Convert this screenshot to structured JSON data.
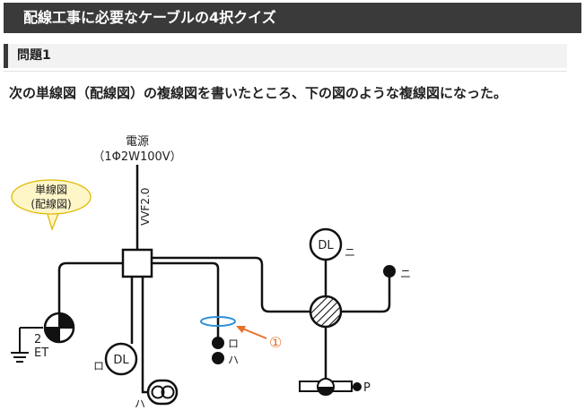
{
  "header": {
    "title": "配線工事に必要なケーブルの4択クイズ"
  },
  "question": {
    "label": "問題1",
    "text": "次の単線図（配線図）の複線図を書いたところ、下の図のような複線図になった。"
  },
  "diagram": {
    "power_label": "電源",
    "power_spec": "（1Φ2W100V）",
    "cable_label": "VVF2.0",
    "bubble_line1": "単線図",
    "bubble_line2": "(配線図)",
    "dl_label": "DL",
    "ground_num": "2",
    "ground_label": "ET",
    "mark_ro": "ロ",
    "mark_ha": "ハ",
    "mark_ni": "ニ",
    "pilot_label": "P",
    "callout_number": "①",
    "colors": {
      "callout": "#e8702a",
      "ring": "#2a8fd8",
      "bubble_fill": "#fff6c8",
      "bubble_stroke": "#e0b800"
    }
  }
}
